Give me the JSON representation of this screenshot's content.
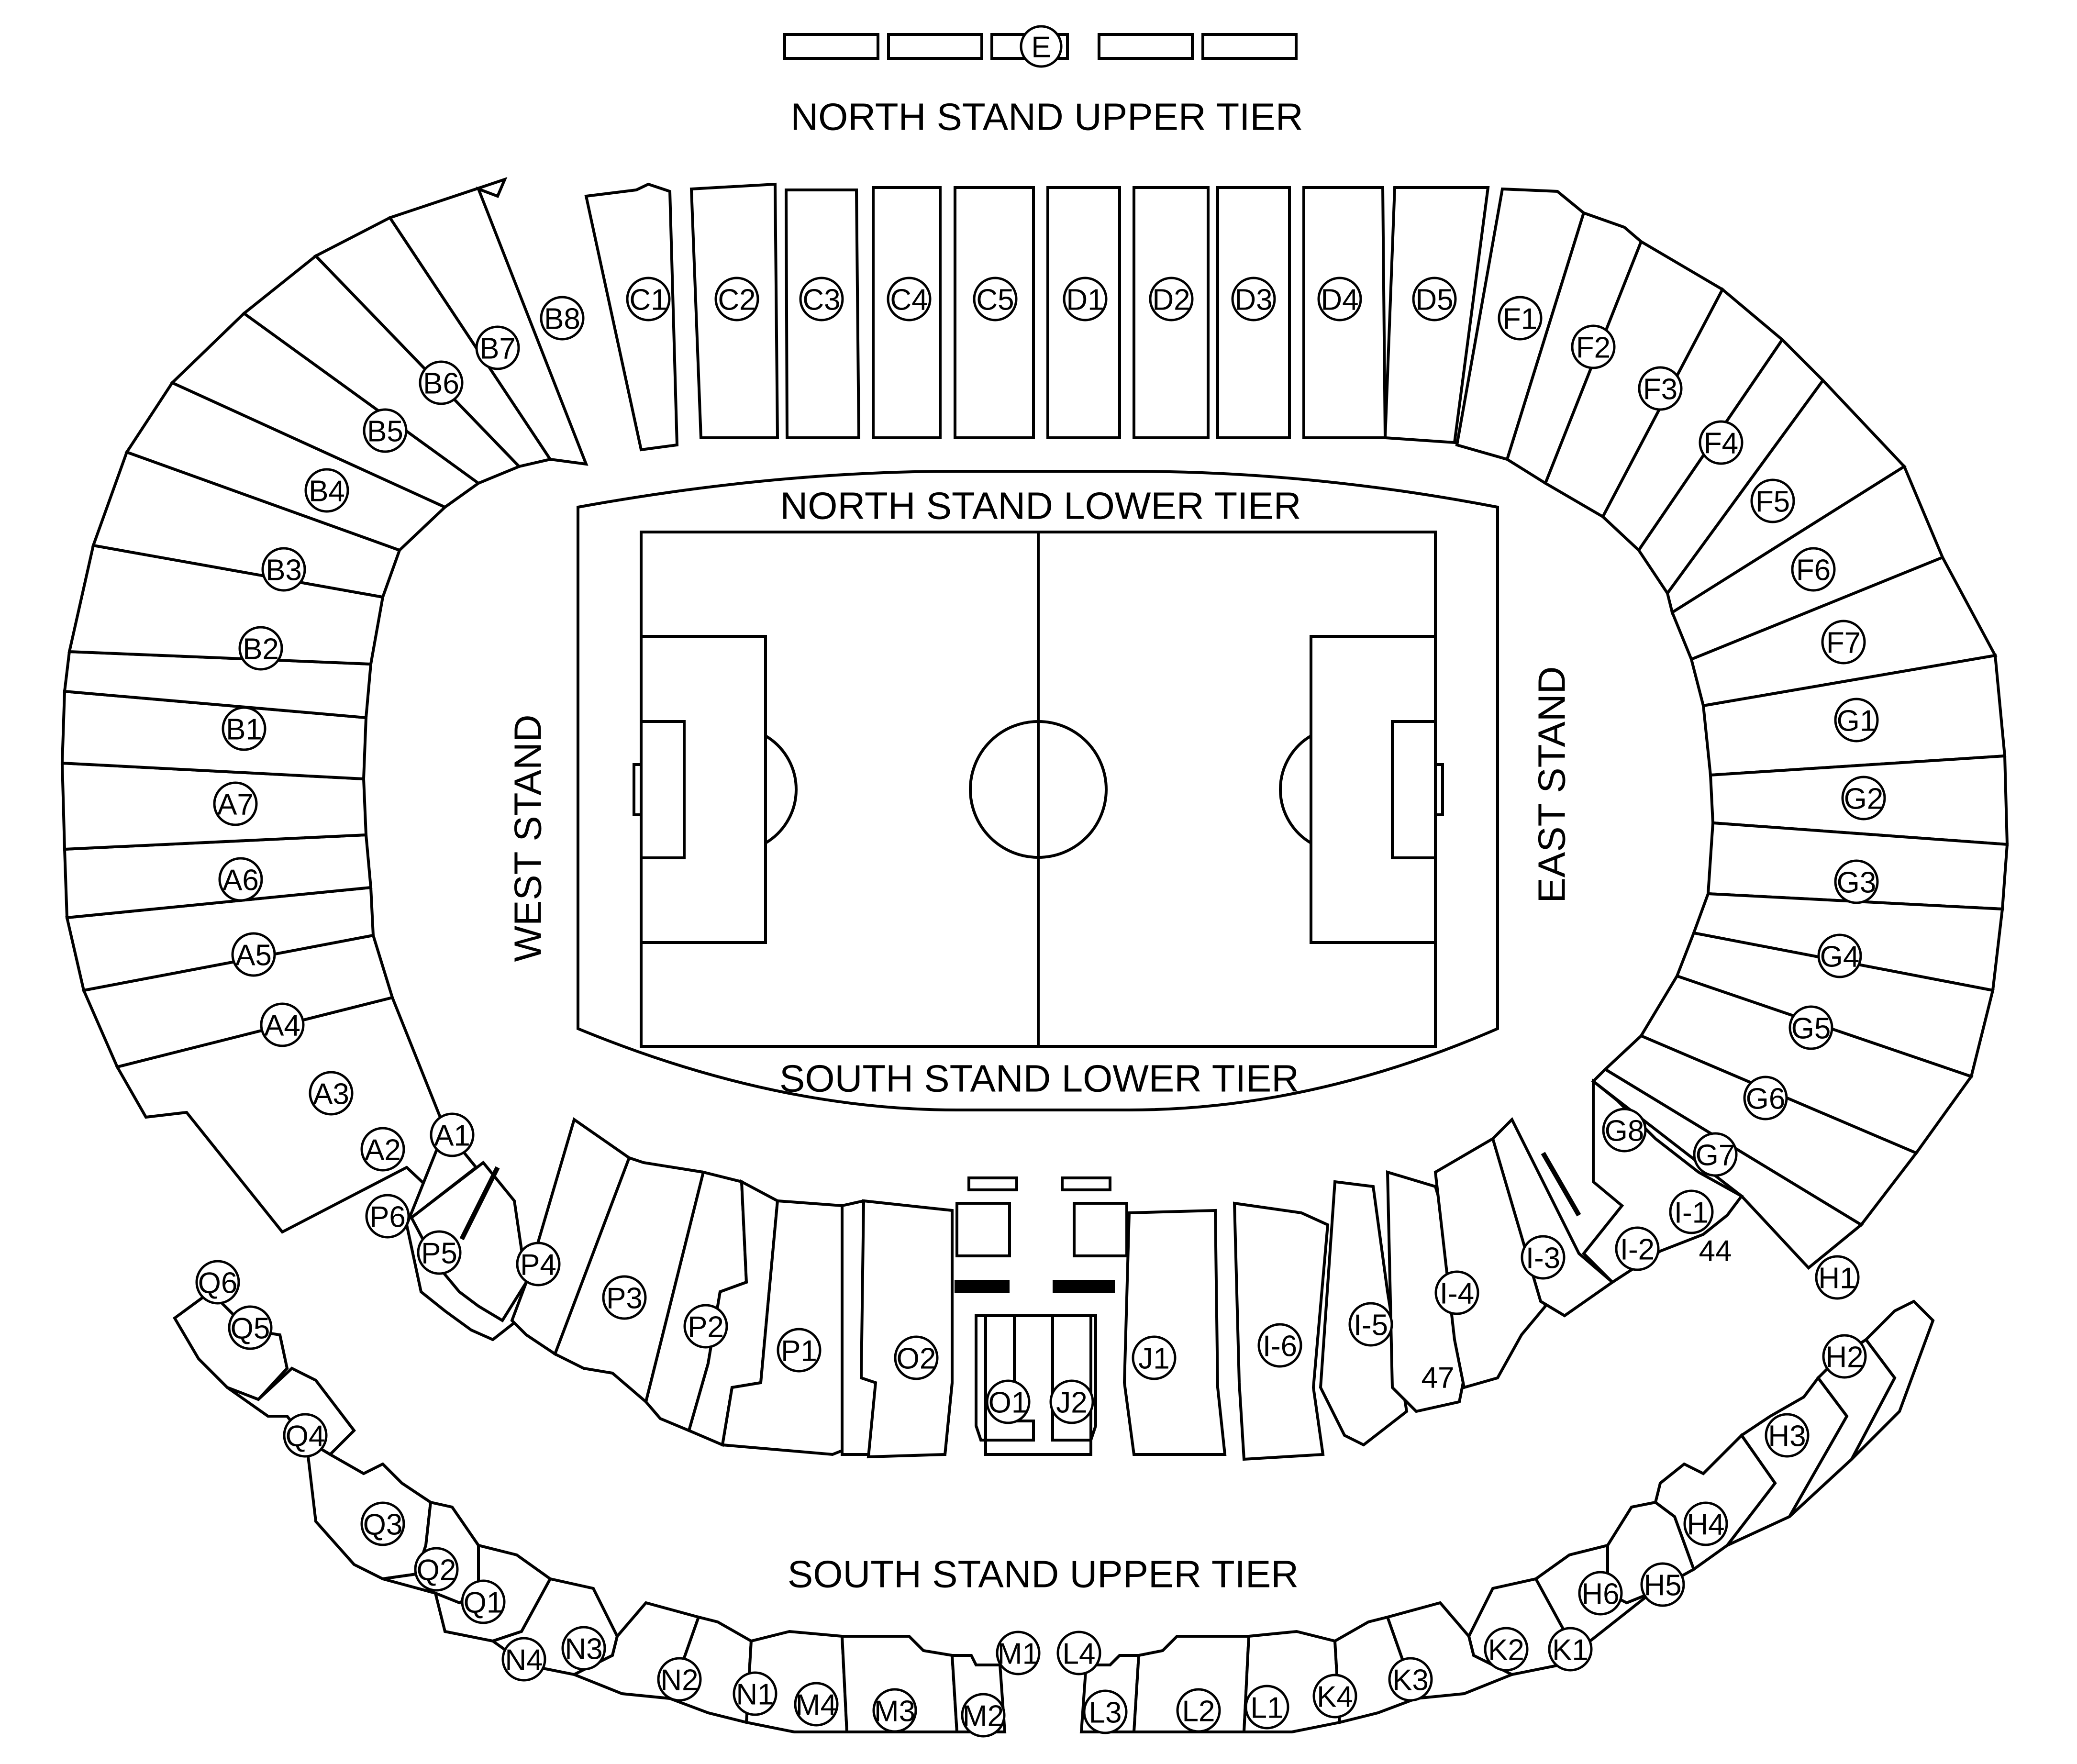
{
  "stands": {
    "north_upper": "NORTH STAND UPPER TIER",
    "north_lower": "NORTH STAND LOWER TIER",
    "south_lower": "SOUTH STAND LOWER TIER",
    "south_upper": "SOUTH STAND UPPER TIER",
    "west": "WEST STAND",
    "east": "EAST STAND"
  },
  "entrance_label": "E",
  "blocks_outer": [
    "A3",
    "A4",
    "A5",
    "A6",
    "A7",
    "B1",
    "B2",
    "B3",
    "B4",
    "B5",
    "B6",
    "B7",
    "B8",
    "C1",
    "C2",
    "C3",
    "C4",
    "C5",
    "D1",
    "D2",
    "D3",
    "D4",
    "D5",
    "F1",
    "F2",
    "F3",
    "F4",
    "F5",
    "F6",
    "F7",
    "G1",
    "G2",
    "G3",
    "G4",
    "G5",
    "G6"
  ],
  "blocks_corner": [
    "A2",
    "A1",
    "P6",
    "G8",
    "G7",
    "I-1"
  ],
  "blocks_lower": [
    "P5",
    "P4",
    "P3",
    "P2",
    "P1",
    "O2",
    "O1",
    "J2",
    "J1",
    "I-6",
    "I-5",
    "I-4",
    "I-3",
    "I-2"
  ],
  "blocks_upper": [
    "Q6",
    "Q5",
    "Q4",
    "Q3",
    "Q2",
    "Q1",
    "N4",
    "N3",
    "N2",
    "N1",
    "M4",
    "M3",
    "M2",
    "M1",
    "L4",
    "L3",
    "L2",
    "L1",
    "K4",
    "K3",
    "K2",
    "K1",
    "H6",
    "H5",
    "H4",
    "H3",
    "H2",
    "H1"
  ],
  "small_labels": [
    "44",
    "47"
  ],
  "colors": {
    "line": "#000000",
    "background": "#ffffff"
  }
}
